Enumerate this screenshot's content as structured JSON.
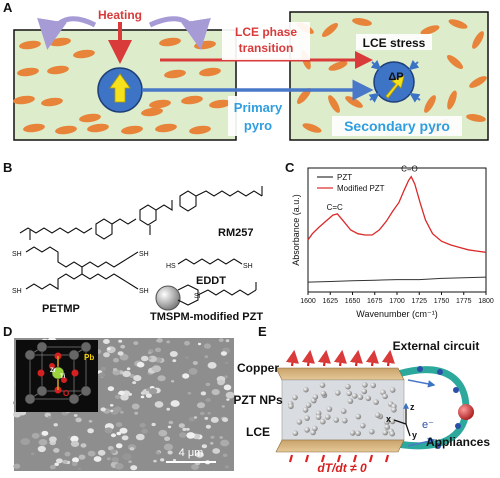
{
  "panels": {
    "a": {
      "letter": "A",
      "heating": "Heating",
      "lce_phase_line1": "LCE phase",
      "lce_phase_line2": "transition",
      "primary_line1": "Primary",
      "primary_line2": "pyro",
      "lce_stress": "LCE stress",
      "delta_p": "ΔP",
      "secondary": "Secondary pyro"
    },
    "b": {
      "letter": "B",
      "rm257": "RM257",
      "eddt": "EDDT",
      "petmp": "PETMP",
      "tmspm": "TMSPM-modified PZT"
    },
    "c": {
      "letter": "C",
      "legend_pzt": "PZT",
      "legend_modified": "Modified PZT",
      "peak_cc": "C=C",
      "peak_co": "C=O",
      "ylabel": "Absorbance (a.u.)",
      "xlabel": "Wavenumber (cm⁻¹)"
    },
    "d": {
      "letter": "D",
      "scale_bar": "4 μm",
      "atom_pb": "Pb",
      "atom_zr": "Zr",
      "atom_ti": "Ti",
      "atom_o": "O"
    },
    "e": {
      "letter": "E",
      "copper": "Copper",
      "pzt_nps": "PZT NPs",
      "lce": "LCE",
      "external_circuit": "External circuit",
      "appliances": "Appliances",
      "electron": "e⁻",
      "dtdt": "dT/dt ≠ 0",
      "axis_x": "x",
      "axis_y": "y",
      "axis_z": "z"
    }
  },
  "colors": {
    "box_fill": "#ddeccb",
    "ellipse": "#e8833a",
    "circle": "#3d74c5",
    "primary_text": "#2f9ee0",
    "red_arrow": "#d93a3a",
    "pzt_line": "#333333",
    "modified_line": "#d92a2a"
  },
  "chart_data": {
    "type": "line",
    "title": "",
    "xlabel": "Wavenumber (cm⁻¹)",
    "ylabel": "Absorbance (a.u.)",
    "xlim": [
      1600,
      1800
    ],
    "ylim": [
      0,
      1
    ],
    "x_reversed": false,
    "x_ticks": [
      1600,
      1625,
      1650,
      1675,
      1700,
      1725,
      1750,
      1775,
      1800
    ],
    "legend": "top-left",
    "grid": false,
    "series": [
      {
        "name": "PZT",
        "color": "#333333",
        "x": [
          1600,
          1625,
          1650,
          1675,
          1700,
          1725,
          1750,
          1775,
          1800
        ],
        "y": [
          0.08,
          0.085,
          0.09,
          0.095,
          0.1,
          0.1,
          0.11,
          0.115,
          0.12
        ]
      },
      {
        "name": "Modified PZT",
        "color": "#d92a2a",
        "x": [
          1600,
          1605,
          1612,
          1620,
          1628,
          1633,
          1640,
          1648,
          1656,
          1664,
          1672,
          1680,
          1688,
          1695,
          1702,
          1708,
          1713,
          1716,
          1720,
          1726,
          1732,
          1740,
          1750,
          1760,
          1770,
          1780,
          1790,
          1800
        ],
        "y": [
          0.42,
          0.47,
          0.52,
          0.57,
          0.62,
          0.63,
          0.57,
          0.5,
          0.47,
          0.46,
          0.46,
          0.5,
          0.57,
          0.65,
          0.72,
          0.82,
          0.9,
          0.93,
          0.87,
          0.72,
          0.58,
          0.47,
          0.41,
          0.38,
          0.36,
          0.34,
          0.33,
          0.32
        ]
      }
    ],
    "annotations": [
      {
        "text": "C=C",
        "x": 1630,
        "y": 0.66
      },
      {
        "text": "C=O",
        "x": 1714,
        "y": 0.97
      }
    ]
  }
}
